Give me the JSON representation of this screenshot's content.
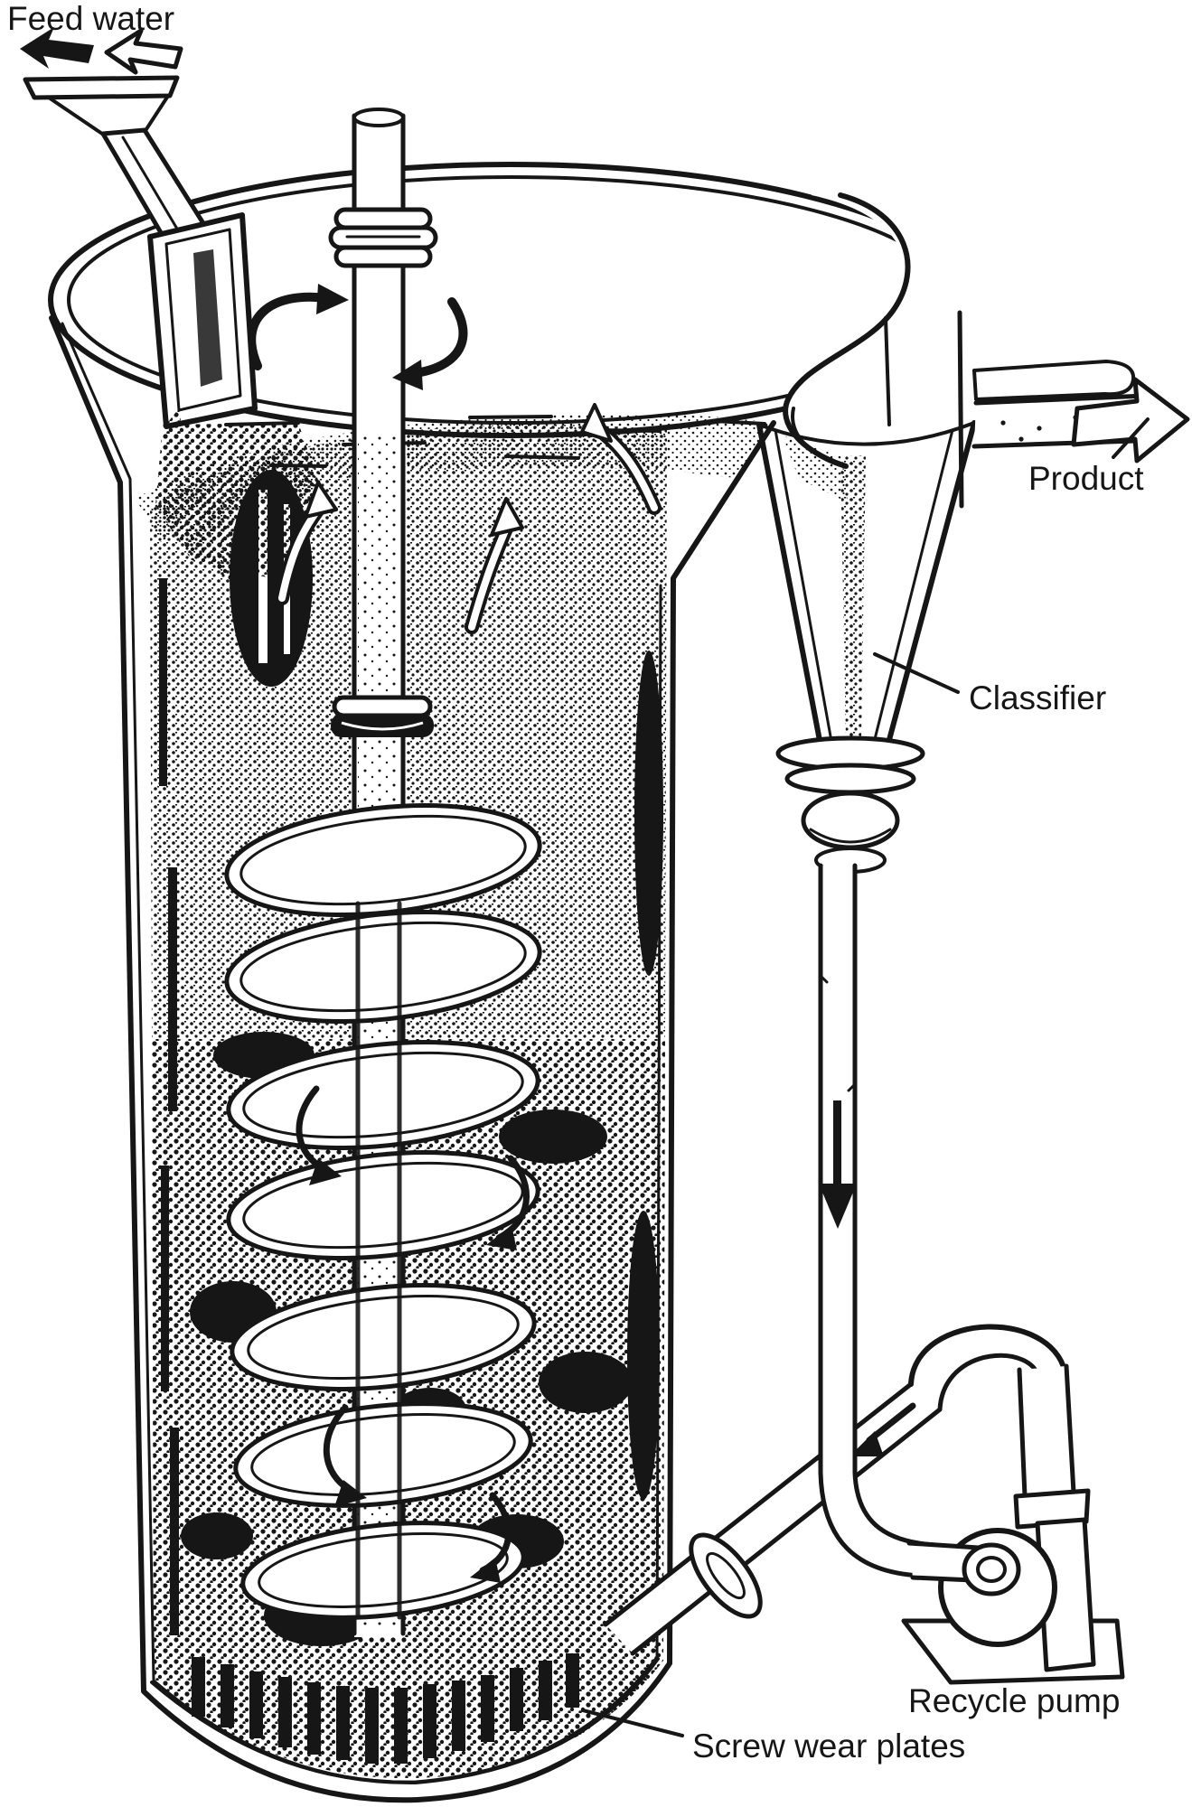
{
  "figure": {
    "title": "Attrition scrubber with classifier and recycle pump (cutaway technical drawing)",
    "style": "black ink line drawing with stipple shading on white paper",
    "ink_color": "#161616",
    "paper_color": "#ffffff"
  },
  "labels": {
    "feed_water": "Feed water",
    "product": "Product",
    "classifier": "Classifier",
    "recycle_pump": "Recycle pump",
    "screw_wear_plates": "Screw wear plates"
  },
  "icons": {
    "feed_arrow_solid": "filled flow arrow into feed funnel",
    "feed_arrow_outline": "outline flow arrow into feed funnel",
    "rotation_arrows": "circular arrows showing shaft rotation",
    "upflow_arrows": "outline curved arrows showing slurry rising",
    "circulation_arrows": "dark curved arrows showing internal circulation",
    "product_arrow": "large outline arrow pointing right out of launder",
    "downcomer_arrow": "solid arrow pointing down inside classifier underflow pipe",
    "recycle_arrow": "solid arrow pointing down-left along recycle return pipe"
  },
  "components": [
    "feed funnel and inclined chute",
    "scrub vessel with cutaway wall",
    "central agitator shaft with gland bearing",
    "screw flights",
    "screw wear plates grate",
    "overflow lip",
    "classifier cone with flanged underflow",
    "underflow downcomer pipe",
    "recycle pump with volute casing and base",
    "recycle return pipe with wall flange",
    "product launder and outlet"
  ]
}
